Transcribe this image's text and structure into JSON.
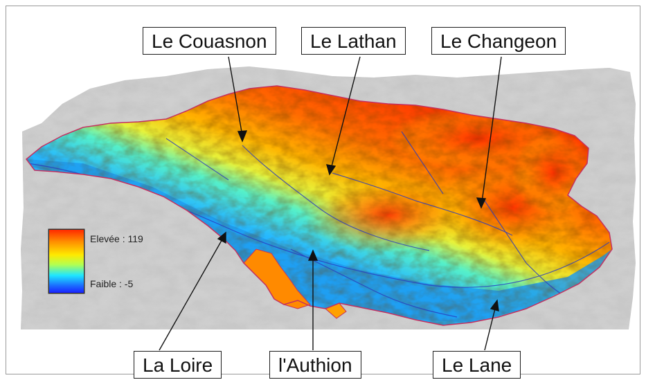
{
  "labels": {
    "couasnon": "Le Couasnon",
    "lathan": "Le Lathan",
    "changeon": "Le Changeon",
    "loire": "La Loire",
    "authion": "l'Authion",
    "lane": "Le Lane"
  },
  "legend": {
    "high": "Elevée : 119",
    "low": "Faible : -5",
    "gradient_colors": [
      "#ff2400",
      "#ff9000",
      "#ffe900",
      "#b4ff50",
      "#1ee6ff",
      "#1b6bff",
      "#1a1aff"
    ]
  },
  "colors": {
    "hillshade": "#d8d8d8",
    "basin_low": "#1f9cf0",
    "basin_high": "#ff4a00",
    "river": "#2a3bbf",
    "boundary": "#c43060"
  }
}
